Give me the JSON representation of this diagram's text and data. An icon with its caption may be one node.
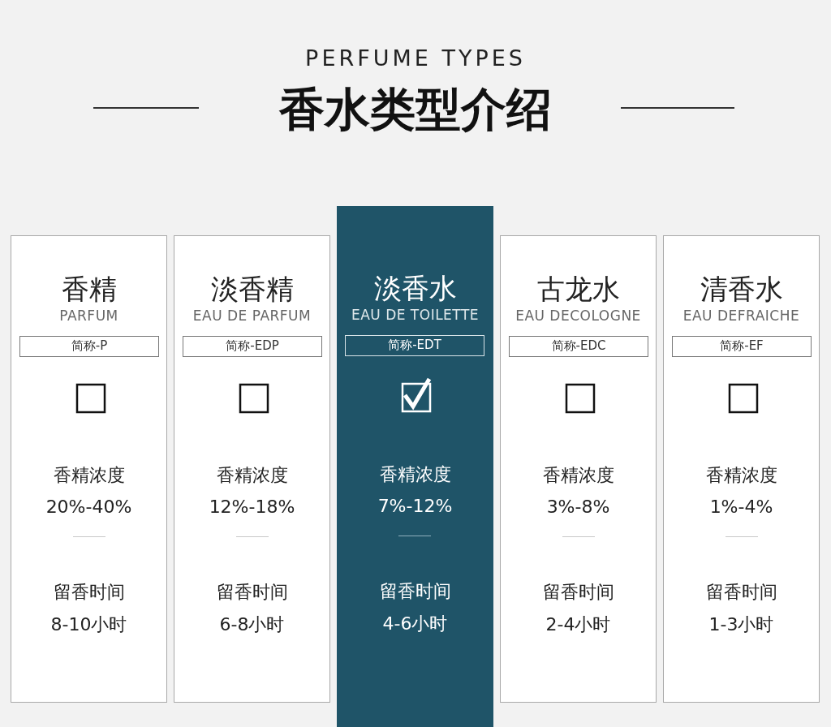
{
  "diagram": {
    "title": "香水类型介绍",
    "labels": [
      "PERFUME TYPES"
    ],
    "nodes": [
      {
        "text": [
          "香精",
          "PARFUM",
          "香精浓度",
          "20%-40%",
          "留香时间",
          "8-10小时"
        ]
      },
      {
        "text": [
          "简称-P"
        ],
        "in": 0
      },
      {
        "text": [],
        "shape": "box",
        "in": 0
      },
      {
        "text": [
          "淡香精",
          "EAU DE PARFUM",
          "香精浓度",
          "12%-18%",
          "留香时间",
          "6-8小时"
        ]
      },
      {
        "text": [
          "简称-EDP"
        ],
        "in": 3
      },
      {
        "text": [],
        "shape": "box",
        "in": 3
      },
      {
        "text": [
          "淡香水",
          "EAU DE TOILETTE",
          "香精浓度",
          "7%-12%",
          "留香时间",
          "4-6小时"
        ]
      },
      {
        "text": [
          "简称-EDT"
        ],
        "in": 6
      },
      {
        "text": [],
        "shape": "check",
        "in": 6
      },
      {
        "text": [
          "古龙水",
          "EAU DECOLOGNE",
          "香精浓度",
          "3%-8%",
          "留香时间",
          "2-4小时"
        ]
      },
      {
        "text": [
          "简称-EDC"
        ],
        "in": 9
      },
      {
        "text": [],
        "shape": "box",
        "in": 9
      },
      {
        "text": [
          "清香水",
          "EAU DEFRAICHE",
          "香精浓度",
          "1%-4%",
          "留香时间",
          "1-3小时"
        ]
      },
      {
        "text": [
          "简称-EF"
        ],
        "in": 12
      },
      {
        "text": [],
        "shape": "box",
        "in": 12
      }
    ]
  }
}
